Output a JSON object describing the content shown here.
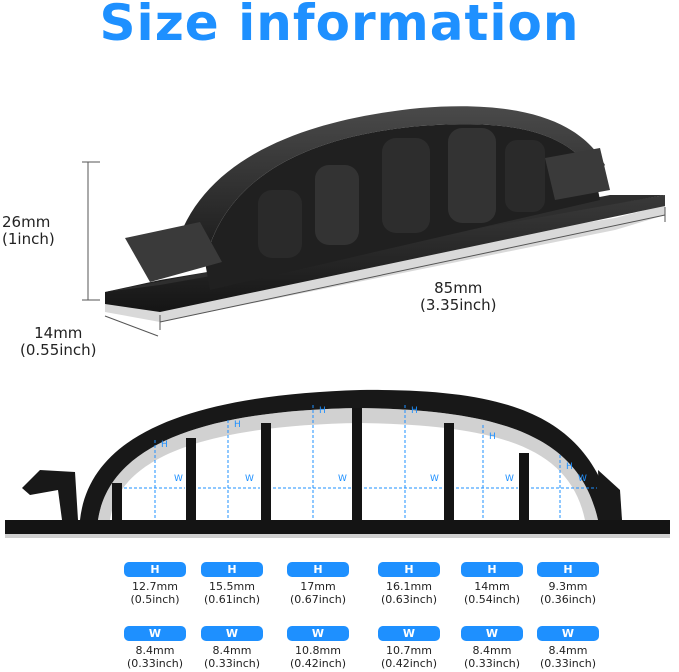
{
  "accent": "#1e90ff",
  "title": "Size information",
  "dimensions": {
    "height_mm": "26mm",
    "height_in": "(1inch)",
    "length_mm": "85mm",
    "length_in": "(3.35inch)",
    "depth_mm": "14mm",
    "depth_in": "(0.55inch)"
  },
  "diagram_labels": {
    "h": "H",
    "w": "W"
  },
  "height_specs": [
    {
      "label": "H",
      "mm": "12.7mm",
      "inch": "(0.5inch)"
    },
    {
      "label": "H",
      "mm": "15.5mm",
      "inch": "(0.61inch)"
    },
    {
      "label": "H",
      "mm": "17mm",
      "inch": "(0.67inch)"
    },
    {
      "label": "H",
      "mm": "16.1mm",
      "inch": "(0.63inch)"
    },
    {
      "label": "H",
      "mm": "14mm",
      "inch": "(0.54inch)"
    },
    {
      "label": "H",
      "mm": "9.3mm",
      "inch": "(0.36inch)"
    }
  ],
  "width_specs": [
    {
      "label": "W",
      "mm": "8.4mm",
      "inch": "(0.33inch)"
    },
    {
      "label": "W",
      "mm": "8.4mm",
      "inch": "(0.33inch)"
    },
    {
      "label": "W",
      "mm": "10.8mm",
      "inch": "(0.42inch)"
    },
    {
      "label": "W",
      "mm": "10.7mm",
      "inch": "(0.42inch)"
    },
    {
      "label": "W",
      "mm": "8.4mm",
      "inch": "(0.33inch)"
    },
    {
      "label": "W",
      "mm": "8.4mm",
      "inch": "(0.33inch)"
    }
  ]
}
